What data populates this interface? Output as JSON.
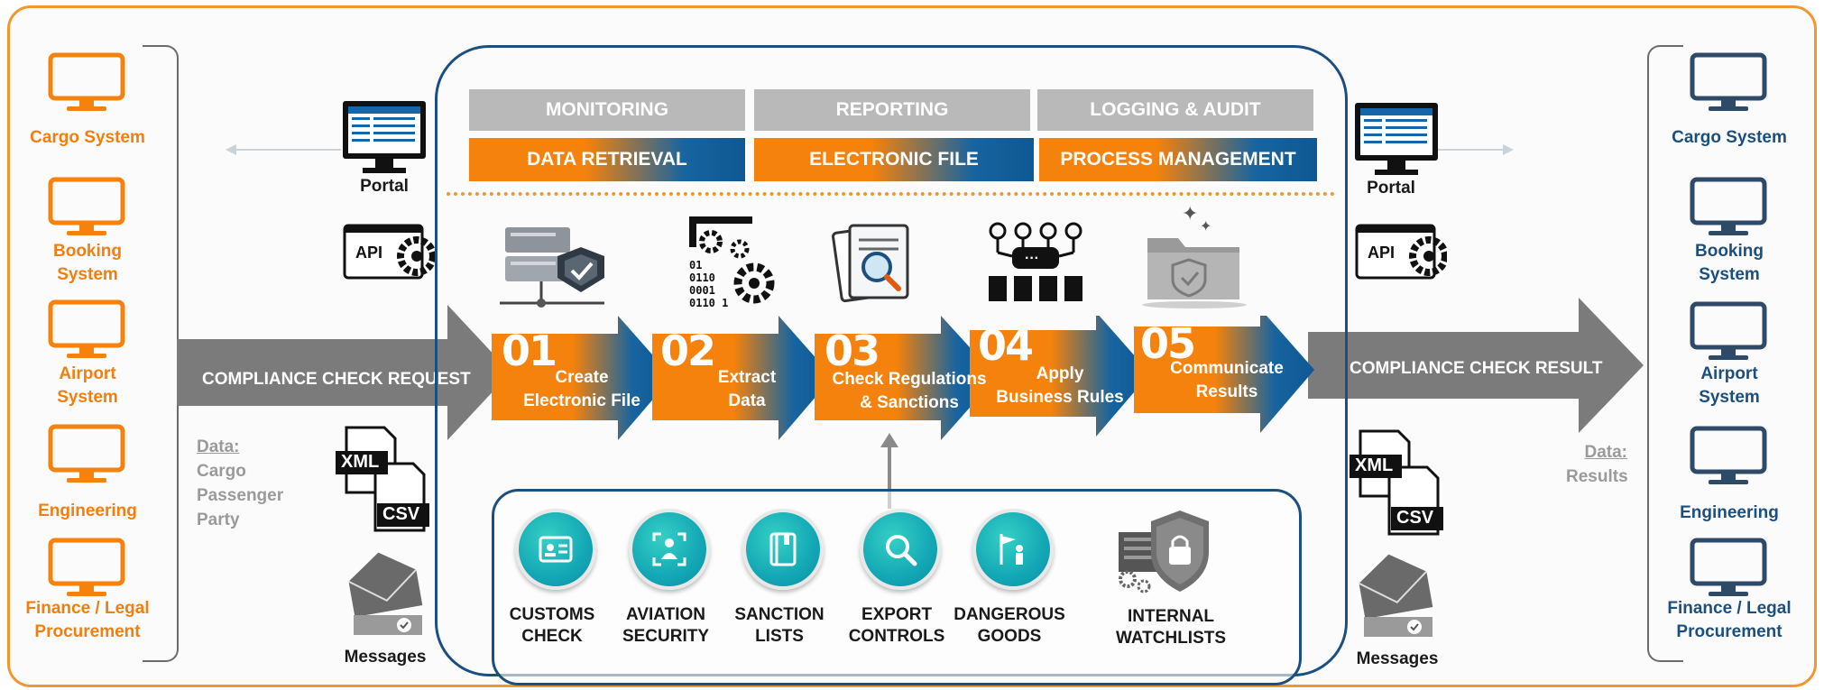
{
  "left_systems": [
    "Cargo System",
    "Booking System",
    "Airport System",
    "Engineering",
    "Finance / Legal Procurement"
  ],
  "right_systems": [
    "Cargo System",
    "Booking System",
    "Airport System",
    "Engineering",
    "Finance / Legal Procurement"
  ],
  "left_systems_lines": [
    [
      "Cargo System"
    ],
    [
      "Booking",
      "System"
    ],
    [
      "Airport",
      "System"
    ],
    [
      "Engineering"
    ],
    [
      "Finance / Legal",
      "Procurement"
    ]
  ],
  "input": {
    "data_title": "Data:",
    "data_items": [
      "Cargo",
      "Passenger",
      "Party"
    ],
    "request_label": "COMPLIANCE CHECK REQUEST"
  },
  "output": {
    "data_title": "Data:",
    "data_items": [
      "Results"
    ],
    "result_label": "COMPLIANCE CHECK RESULT"
  },
  "channels": {
    "portal": "Portal",
    "api": "API",
    "xml": "XML",
    "csv": "CSV",
    "messages": "Messages"
  },
  "top_gray": [
    "MONITORING",
    "REPORTING",
    "LOGGING & AUDIT"
  ],
  "top_grad": [
    "DATA RETRIEVAL",
    "ELECTRONIC FILE",
    "PROCESS MANAGEMENT"
  ],
  "steps": [
    {
      "num": "01",
      "lines": [
        "Create",
        "Electronic File"
      ]
    },
    {
      "num": "02",
      "lines": [
        "Extract",
        "Data"
      ]
    },
    {
      "num": "03",
      "lines": [
        "Check Regulations",
        "& Sanctions"
      ]
    },
    {
      "num": "04",
      "lines": [
        "Apply",
        "Business Rules"
      ]
    },
    {
      "num": "05",
      "lines": [
        "Communicate",
        "Results"
      ]
    }
  ],
  "checks": [
    {
      "lines": [
        "CUSTOMS",
        "CHECK"
      ],
      "icon": "id-card-icon"
    },
    {
      "lines": [
        "AVIATION",
        "SECURITY"
      ],
      "icon": "scan-person-icon"
    },
    {
      "lines": [
        "SANCTION",
        "LISTS"
      ],
      "icon": "book-icon"
    },
    {
      "lines": [
        "EXPORT",
        "CONTROLS"
      ],
      "icon": "magnifier-icon"
    },
    {
      "lines": [
        "DANGEROUS",
        "GOODS"
      ],
      "icon": "hazard-flag-icon"
    },
    {
      "lines": [
        "INTERNAL",
        "WATCHLISTS"
      ],
      "icon": "shield-lock-icon"
    }
  ],
  "colors": {
    "orange": "#f5820c",
    "navy": "#1d4f7e",
    "blue": "#0f5893",
    "teal": "#13a7b5",
    "gray": "#8a8a8a"
  }
}
